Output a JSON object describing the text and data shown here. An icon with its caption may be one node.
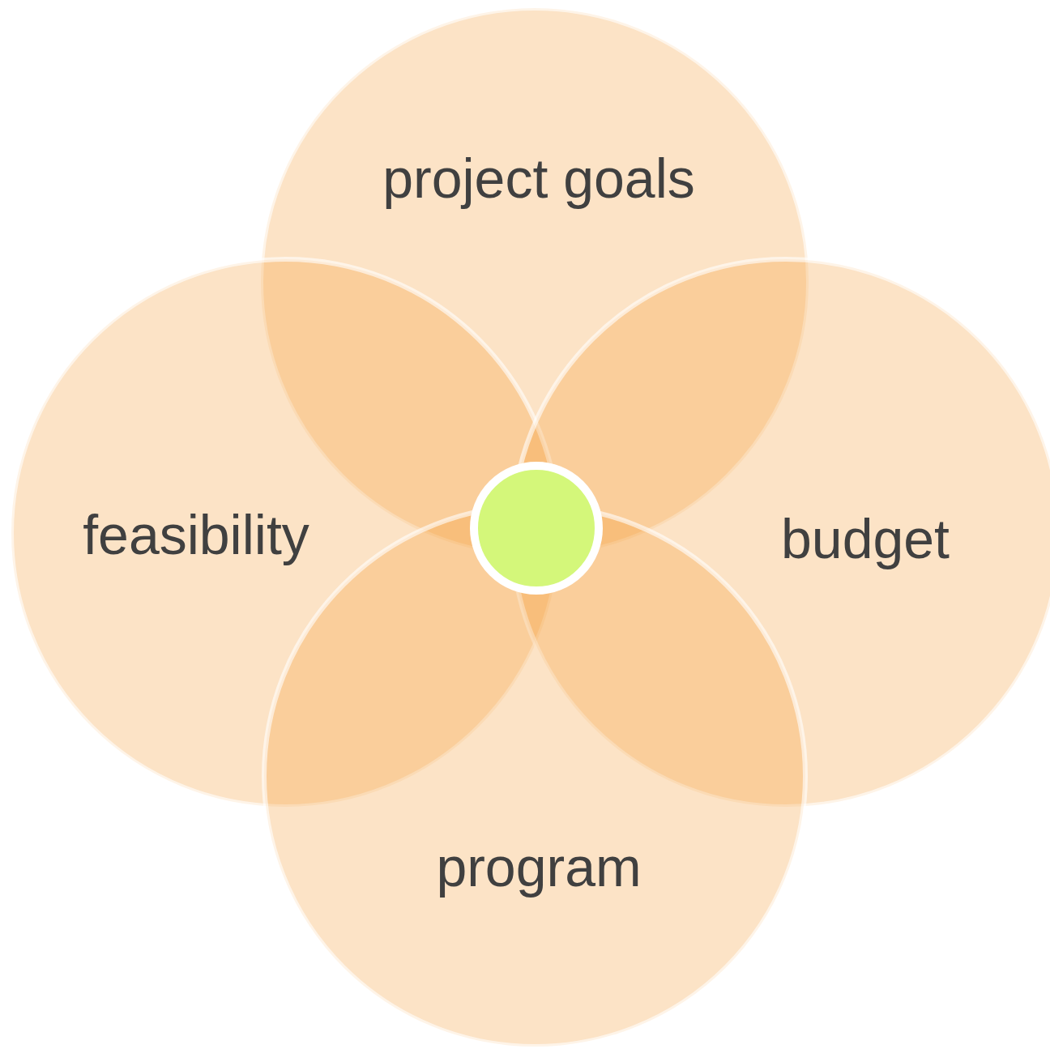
{
  "diagram": {
    "nodes": [
      {
        "text": [
          "project goals"
        ]
      },
      {
        "text": [
          "feasibility"
        ]
      },
      {
        "text": [
          "budget"
        ]
      },
      {
        "text": [
          "program"
        ]
      },
      {
        "text": [],
        "shape": "circle"
      }
    ]
  }
}
